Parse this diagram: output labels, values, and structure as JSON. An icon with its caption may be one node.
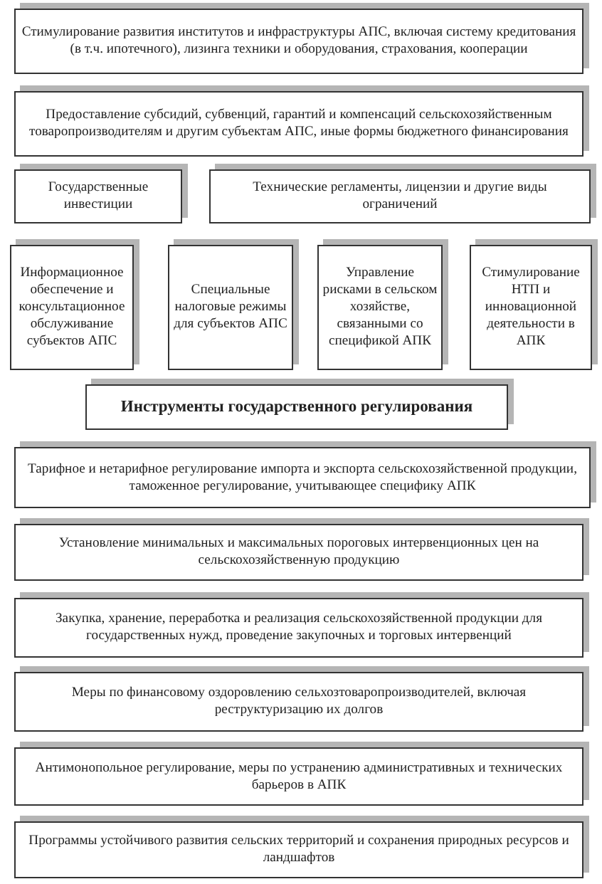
{
  "diagram": {
    "nodes": [
      {
        "text": [
          "Стимулирование развития институтов и инфраструктуры АПС, включая систему кредитования (в т.ч. ипотечного), лизинга техники и оборудования, страхования, кооперации"
        ]
      },
      {
        "text": [
          "Предоставление субсидий, субвенций, гарантий и компенсаций сельскохозяйственным товаропроизводителям и другим субъектам АПС, иные формы бюджетного финансирования"
        ]
      },
      {
        "text": [
          "Государственные инвестиции"
        ]
      },
      {
        "text": [
          "Технические регламенты, лицензии и другие виды ограничений"
        ]
      },
      {
        "text": [
          "Информационное обеспечение и консультационное обслуживание субъектов АПС"
        ]
      },
      {
        "text": [
          "Специальные налоговые режимы для субъектов АПС"
        ]
      },
      {
        "text": [
          "Управление рисками в сельском хозяйстве, связанными со спецификой АПК"
        ]
      },
      {
        "text": [
          "Стимулирование НТП и инновационной деятельности в АПК"
        ]
      },
      {
        "text": [
          "Инструменты государственного регулирования"
        ]
      },
      {
        "text": [
          "Тарифное и нетарифное регулирование импорта и экспорта сельскохозяйственной продукции, таможенное регулирование, учитывающее специфику АПК"
        ]
      },
      {
        "text": [
          "Установление минимальных и максимальных пороговых интервенционных цен на сельскохозяйственную продукцию"
        ]
      },
      {
        "text": [
          "Закупка, хранение, переработка и реализация сельскохозяйственной продукции для государственных нужд, проведение закупочных и торговых интервенций"
        ]
      },
      {
        "text": [
          "Меры по финансовому оздоровлению сельхозтоваропроизводителей, включая реструктуризацию их долгов"
        ]
      },
      {
        "text": [
          "Антимонопольное регулирование, меры по устранению административных и технических барьеров в АПК"
        ]
      },
      {
        "text": [
          "Программы устойчивого развития сельских территорий и сохранения природных ресурсов и ландшафтов"
        ]
      }
    ],
    "edges": []
  }
}
